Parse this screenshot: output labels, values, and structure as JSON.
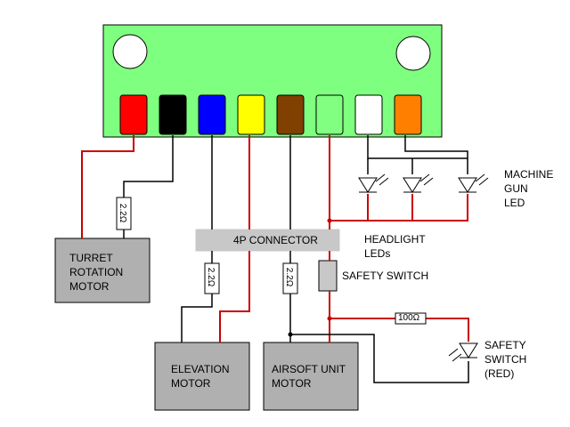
{
  "colors": {
    "board": "#7fff7f",
    "red_wire": "#cc0000",
    "black_wire": "#000000",
    "box_fill": "#b0b0b0",
    "connector_fill": "#c8c8c8",
    "terminals": [
      "#ff0000",
      "#000000",
      "#0000ff",
      "#ffff00",
      "#804000",
      "#80ff80",
      "#ffffff",
      "#ff8000"
    ]
  },
  "labels": {
    "turret_motor": "TURRET\nROTATION\nMOTOR",
    "elevation_motor": "ELEVATION\nMOTOR",
    "airsoft_motor": "AIRSOFT UNIT\nMOTOR",
    "connector": "4P CONNECTOR",
    "safety_switch": "SAFETY SWITCH",
    "headlight_leds": "HEADLIGHT\nLEDs",
    "machine_gun_led": "MACHINE\nGUN\nLED",
    "safety_switch_led": "SAFETY\nSWITCH\n(RED)",
    "resistor_22": "2.2Ω",
    "resistor_100": "100Ω"
  },
  "icons": {
    "led": "led-diode-icon",
    "resistor": "resistor-icon"
  }
}
